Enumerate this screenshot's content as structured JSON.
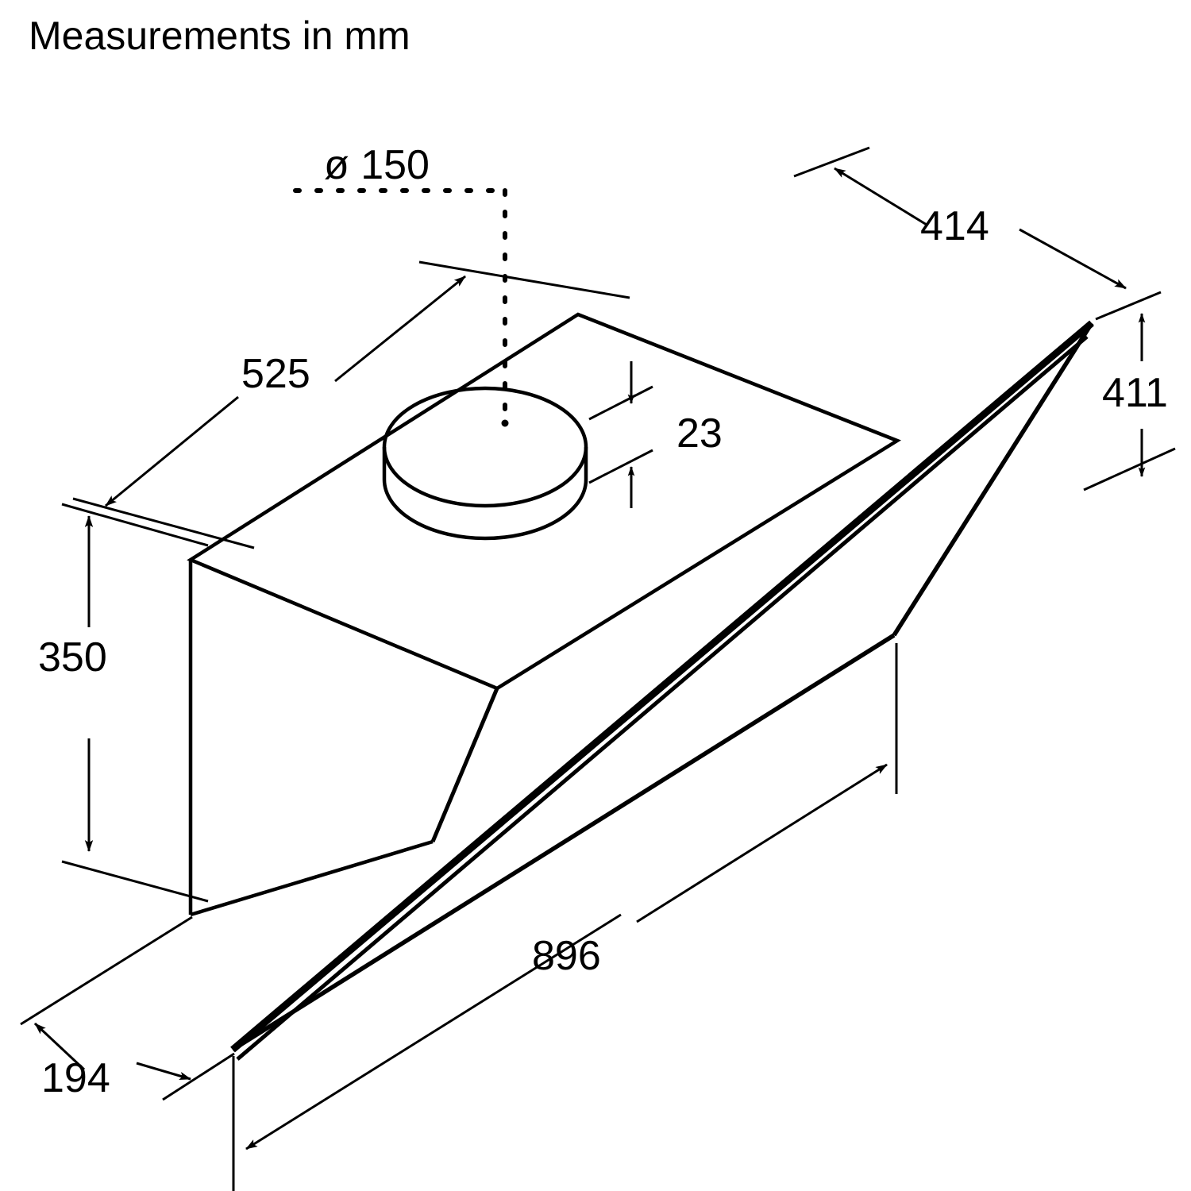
{
  "title": "Measurements in mm",
  "drawing": {
    "subject": "angled-wall-mounted-extractor-hood",
    "projection": "isometric",
    "unit": "mm",
    "line_color": "#000000",
    "background_color": "#ffffff"
  },
  "dimensions": {
    "duct_diameter": "ø 150",
    "depth_top": "525",
    "duct_height": "23",
    "glass_depth": "414",
    "glass_height": "411",
    "body_height": "350",
    "width": "896",
    "body_depth_front": "194"
  },
  "labels": [
    {
      "name": "duct-diameter",
      "text": "ø 150"
    },
    {
      "name": "top-depth",
      "text": "525"
    },
    {
      "name": "duct-collar-height",
      "text": "23"
    },
    {
      "name": "glass-panel-depth",
      "text": "414"
    },
    {
      "name": "glass-panel-height",
      "text": "411"
    },
    {
      "name": "body-height",
      "text": "350"
    },
    {
      "name": "overall-width",
      "text": "896"
    },
    {
      "name": "front-offset",
      "text": "194"
    }
  ]
}
